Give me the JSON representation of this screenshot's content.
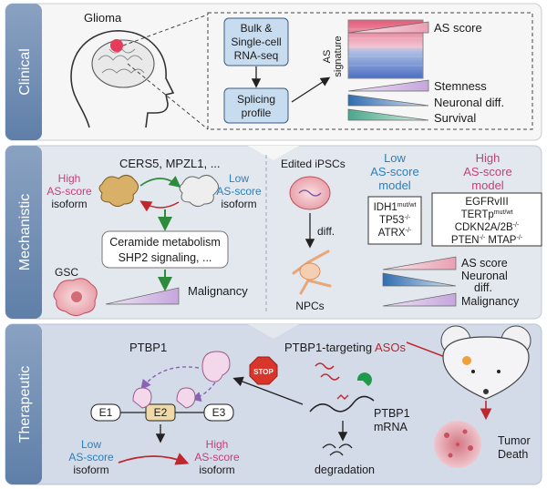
{
  "panels": {
    "clinical": {
      "label": "Clinical",
      "glioma": "Glioma",
      "bulk_line1": "Bulk &",
      "bulk_line2": "Single-cell",
      "bulk_line3": "RNA-seq",
      "splicing_line1": "Splicing",
      "splicing_line2": "profile",
      "as_signature_line1": "AS",
      "as_signature_line2": "signature",
      "as_score": "AS score",
      "stemness": "Stemness",
      "neuronal_diff": "Neuronal diff.",
      "survival": "Survival"
    },
    "mechanistic": {
      "label": "Mechanistic",
      "genes": "CERS5, MPZL1, ...",
      "high_line1": "High",
      "high_line2": "AS-score",
      "high_line3": "isoform",
      "low_line1": "Low",
      "low_line2": "AS-score",
      "low_line3": "isoform",
      "pathway_line1": "Ceramide metabolism",
      "pathway_line2": "SHP2 signaling, ...",
      "gsc": "GSC",
      "malignancy": "Malignancy",
      "edited_ipscs": "Edited iPSCs",
      "diff": "diff.",
      "npcs": "NPCs",
      "low_model_line1": "Low",
      "low_model_line2": "AS-score",
      "low_model_line3": "model",
      "high_model_line1": "High",
      "high_model_line2": "AS-score",
      "high_model_line3": "model",
      "low_genotype": [
        {
          "gene": "IDH1",
          "sup": "mut/wt"
        },
        {
          "gene": "TP53",
          "sup": "-/-"
        },
        {
          "gene": "ATRX",
          "sup": "-/-"
        }
      ],
      "high_genotype": {
        "line1": "EGFRvIII",
        "line2_gene": "TERTp",
        "line2_sup": "mut/wt",
        "line3_gene": "CDKN2A/2B",
        "line3_sup": "-/-",
        "line4_gene_a": "PTEN",
        "line4_sup_a": "-/-",
        "line4_gene_b": " MTAP",
        "line4_sup_b": "-/-"
      },
      "as_score": "AS score",
      "neuronal_line1": "Neuronal",
      "neuronal_line2": "diff.",
      "malignancy2": "Malignancy"
    },
    "therapeutic": {
      "label": "Therapeutic",
      "ptbp1": "PTBP1",
      "e1": "E1",
      "e2": "E2",
      "e3": "E3",
      "stop": "STOP",
      "asos_prefix": "PTBP1-targeting ",
      "asos_highlight": "ASOs",
      "mrna_line1": "PTBP1",
      "mrna_line2": "mRNA",
      "degradation": "degradation",
      "low_line1": "Low",
      "low_line2": "AS-score",
      "low_line3": "isoform",
      "high_line1": "High",
      "high_line2": "AS-score",
      "high_line3": "isoform",
      "tumor_line1": "Tumor",
      "tumor_line2": "Death"
    }
  },
  "colors": {
    "clinical_bg": "#f7f7f7",
    "mechanistic_bg": "#e4e9ee",
    "therapeutic_bg": "#d5dde9",
    "side_bar": "#7792b5",
    "blue_text": "#2c7fb8",
    "pink_text": "#c2407a",
    "stop_red": "#d9362b"
  }
}
